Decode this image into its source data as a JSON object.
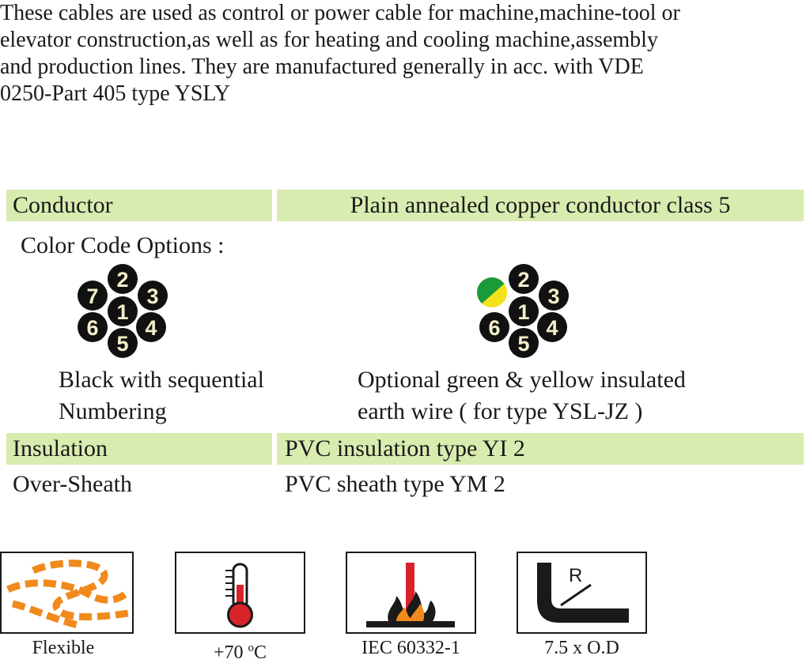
{
  "intro": {
    "lines": [
      "These cables are used as control or power cable for machine,machine-tool or",
      "elevator construction,as well as for heating and cooling machine,assembly",
      "and production lines. They are manufactured generally in acc. with VDE",
      "0250-Part 405 type YSLY"
    ]
  },
  "conductor": {
    "label": "Conductor",
    "value": "Plain annealed copper conductor class 5"
  },
  "color_code": {
    "label": "Color Code Options :",
    "options": [
      {
        "icon": "cable-cores-black-numbered-icon",
        "cores": [
          "2",
          "3",
          "4",
          "5",
          "6",
          "7",
          "1"
        ],
        "caption_lines": [
          "Black with sequential",
          "Numbering"
        ]
      },
      {
        "icon": "cable-cores-with-earth-wire-icon",
        "cores": [
          "2",
          "3",
          "4",
          "5",
          "6",
          "1"
        ],
        "earth_colors": [
          "#1a9a3a",
          "#f2e21a"
        ],
        "caption_lines": [
          "Optional green & yellow insulated",
          "earth wire ( for type YSL-JZ )"
        ]
      }
    ]
  },
  "insulation": {
    "label": "Insulation",
    "value": "PVC insulation type YI 2"
  },
  "sheath": {
    "label": "Over-Sheath",
    "value": "PVC sheath type YM 2"
  },
  "properties": [
    {
      "icon": "flexible-cable-icon",
      "caption": "Flexible"
    },
    {
      "icon": "thermometer-icon",
      "caption_value": "+70 ",
      "caption_sup": "o",
      "caption_unit": "C"
    },
    {
      "icon": "flame-test-icon",
      "caption": "IEC 60332-1"
    },
    {
      "icon": "bending-radius-icon",
      "symbol": "R",
      "caption": "7.5 x O.D"
    }
  ],
  "colors": {
    "band": "#d9ecb0",
    "core": "#111111",
    "core_number": "#f3efc9",
    "thermo_red": "#d8232a",
    "flame_orange": "#f08a1c",
    "flexible_orange": "#f08a1c"
  }
}
